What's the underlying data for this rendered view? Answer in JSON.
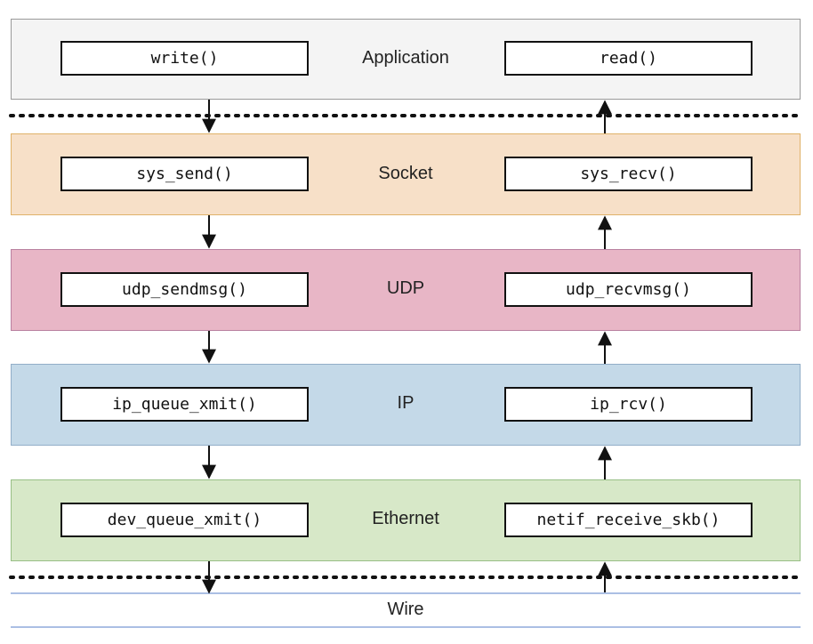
{
  "layers": [
    {
      "name": "Application",
      "send": "write()",
      "recv": "read()",
      "fill": "#f4f4f4",
      "stroke": "#9a9a9a"
    },
    {
      "name": "Socket",
      "send": "sys_send()",
      "recv": "sys_recv()",
      "fill": "#f7e0c8",
      "stroke": "#e0b26a"
    },
    {
      "name": "UDP",
      "send": "udp_sendmsg()",
      "recv": "udp_recvmsg()",
      "fill": "#e8b6c6",
      "stroke": "#b981a0"
    },
    {
      "name": "IP",
      "send": "ip_queue_xmit()",
      "recv": "ip_rcv()",
      "fill": "#c4d9e8",
      "stroke": "#92aec8"
    },
    {
      "name": "Ethernet",
      "send": "dev_queue_xmit()",
      "recv": "netif_receive_skb()",
      "fill": "#d7e8c8",
      "stroke": "#98bf86"
    }
  ],
  "wire": {
    "label": "Wire",
    "line_color": "#8faadc"
  }
}
